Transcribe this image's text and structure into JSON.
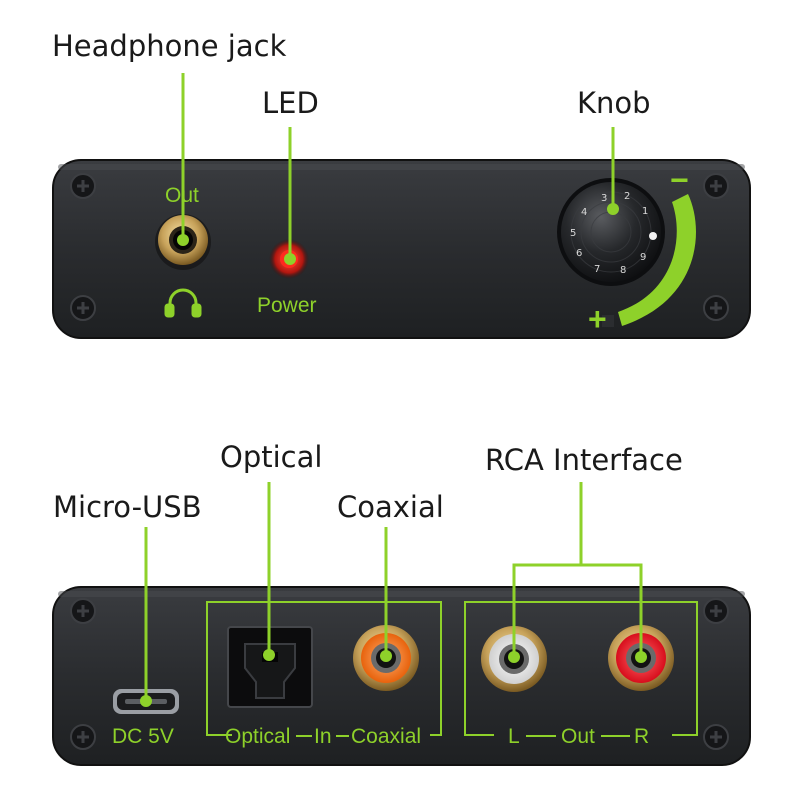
{
  "callouts": {
    "headphone_jack": "Headphone jack",
    "led": "LED",
    "knob": "Knob",
    "optical": "Optical",
    "coaxial": "Coaxial",
    "rca_interface": "RCA Interface",
    "micro_usb": "Micro-USB"
  },
  "front_panel": {
    "out_label": "Out",
    "power_label": "Power",
    "minus_sign": "−",
    "plus_sign": "+",
    "knob_numbers": [
      "1",
      "2",
      "3",
      "4",
      "5",
      "6",
      "7",
      "8",
      "9"
    ]
  },
  "back_panel": {
    "dc_label": "DC 5V",
    "optical_label": "Optical",
    "in_label": "In",
    "coaxial_label": "Coaxial",
    "left_label": "L",
    "out_label": "Out",
    "right_label": "R"
  },
  "colors": {
    "accent_green": "#8ed12a",
    "panel": "#2b2d30",
    "led_red": "#ff2a1e",
    "label_text": "#1a1a1a"
  }
}
